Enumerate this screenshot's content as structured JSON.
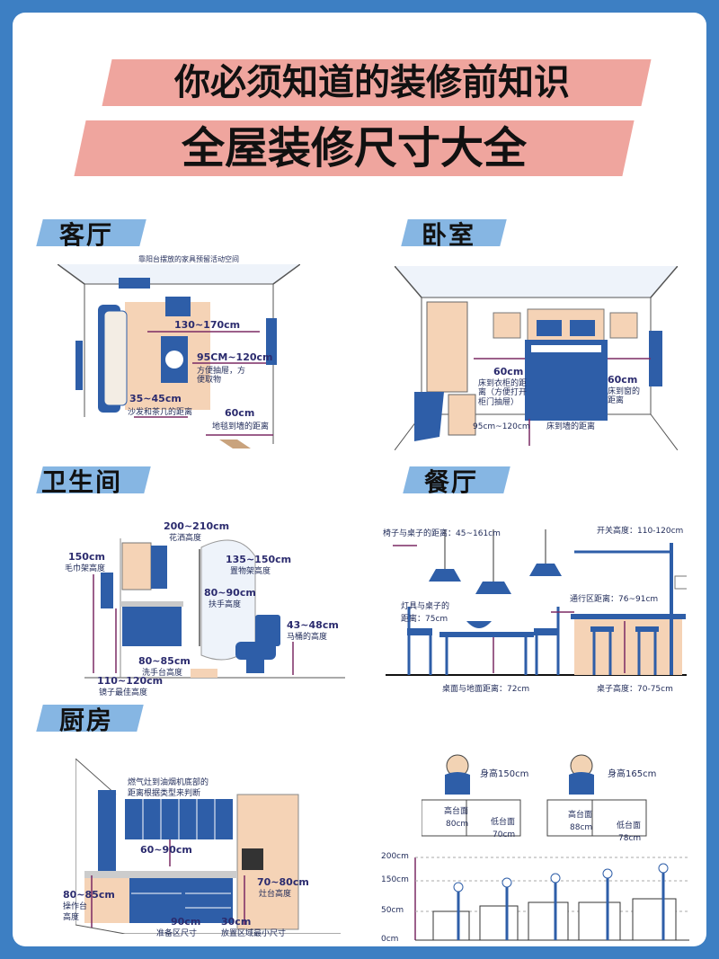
{
  "header": {
    "line1": "你必须知道的装修前知识",
    "line2": "全屋装修尺寸大全"
  },
  "sections": {
    "living": "客厅",
    "bedroom": "卧室",
    "bathroom": "卫生间",
    "dining": "餐厅",
    "kitchen": "厨房"
  },
  "living": {
    "note_top": "靠阳台摆放的家具预留活动空间",
    "dim_sofa_tv": "130~170cm",
    "dim_table_tv": "95CM~120cm",
    "note_table": "方便抽屉，方便取物",
    "dim_sofa_table": "35~45cm",
    "note_sofa_table": "沙发和茶几的距离",
    "dim_rug_wall": "60cm",
    "note_rug_wall": "地毯到墙的距离"
  },
  "bedroom": {
    "dim_left": "60cm",
    "note_left": "床到衣柜的距离（方便打开柜门抽屉）",
    "dim_right": "60cm",
    "note_right": "床到窗的距离",
    "dim_bottom": "95cm~120cm",
    "note_bottom": "床到墙的距离"
  },
  "bathroom": {
    "dim_towel": "150cm",
    "note_towel": "毛巾架高度",
    "dim_shower": "200~210cm",
    "note_shower": "花洒高度",
    "dim_shelf": "135~150cm",
    "note_shelf": "置物架高度",
    "dim_handrail": "80~90cm",
    "note_handrail": "扶手高度",
    "dim_toilet": "43~48cm",
    "note_toilet": "马桶的高度",
    "dim_basin": "80~85cm",
    "note_basin": "洗手台高度",
    "dim_mirror": "110~120cm",
    "note_mirror": "镜子最佳高度"
  },
  "dining": {
    "note_chair_table": "椅子与桌子的距离：45~161cm",
    "note_switch": "开关高度：110-120cm",
    "note_lamp_1": "灯具与桌子的",
    "note_lamp_2": "距离：75cm",
    "note_aisle": "通行区距离：76~91cm",
    "note_table_floor": "桌面与地面距离：72cm",
    "note_bar": "桌子高度：70-75cm"
  },
  "kitchen": {
    "note_hood_1": "燃气灶到油烟机底部的",
    "note_hood_2": "距离根据类型来判断",
    "dim_hood": "60~90cm",
    "dim_counter": "80~85cm",
    "note_counter_1": "操作台",
    "note_counter_2": "高度",
    "dim_stove": "70~80cm",
    "note_stove": "灶台高度",
    "dim_prep": "90cm",
    "note_prep": "准备区尺寸",
    "dim_place": "30cm",
    "note_place": "放置区域最小尺寸"
  },
  "height_guide": {
    "p1_height": "身高150cm",
    "p1_high": "高台面",
    "p1_high_val": "80cm",
    "p1_low": "低台面",
    "p1_low_val": "70cm",
    "p2_height": "身高165cm",
    "p2_high": "高台面",
    "p2_high_val": "88cm",
    "p2_low": "低台面",
    "p2_low_val": "78cm",
    "axis": [
      "200cm",
      "150cm",
      "50cm",
      "0cm"
    ]
  },
  "colors": {
    "frame": "#3d7fc3",
    "banner": "#efa59e",
    "section_tag": "#86b6e3",
    "furniture": "#2e5ea8",
    "wood": "#f5d3b6",
    "dimension": "#7b2a64"
  }
}
